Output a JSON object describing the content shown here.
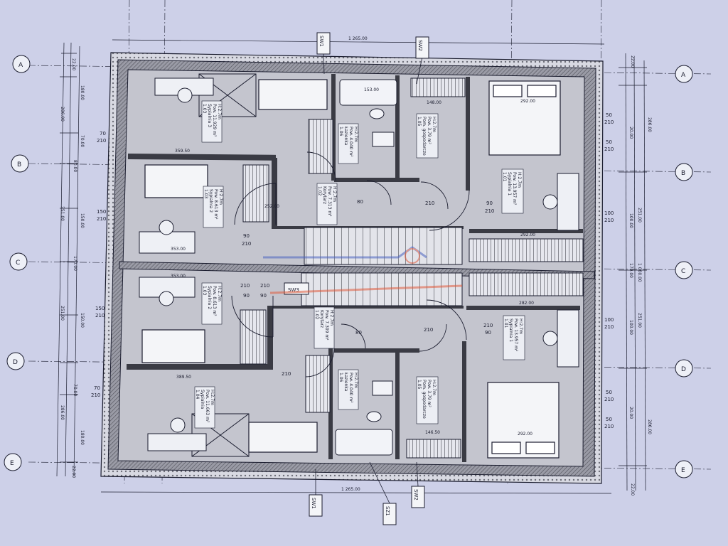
{
  "axes_left": [
    "A",
    "B",
    "C",
    "D",
    "E"
  ],
  "axes_right": [
    "A",
    "B",
    "C",
    "D",
    "E"
  ],
  "section_markers": {
    "top_sw1": "SW1",
    "top_sw2": "SW2",
    "bottom_sw1": "SW1",
    "bottom_sz1": "SZ1",
    "bottom_sw2": "SW2",
    "sw3": "SW3"
  },
  "overall_dims": {
    "top": "1 265.00",
    "bottom": "1 265.00"
  },
  "rooms": {
    "bedroom_top_left": {
      "num": "1.03",
      "name": "Sypialnia 3",
      "area": "Pow. 11.929 m²",
      "height": "H:2.7m"
    },
    "bathroom_top": {
      "num": "1.06",
      "name": "Łazienka",
      "area": "Pow. 4.040 m²",
      "height": "H:2.7m"
    },
    "utility_top": {
      "num": "1.05",
      "name": "Pom. gospodarcze",
      "area": "Pow. 3.79 m²",
      "height": "H:2.7m"
    },
    "corridor_top": {
      "num": "1.02",
      "name": "Korytarz",
      "area": "Pow. 7.313 m²",
      "height": "H:2.7m"
    },
    "bedroom_top_right": {
      "num": "1.01",
      "name": "Sypialnia 1",
      "area": "Pow. 13.957 m²",
      "height": "H:2.7m"
    },
    "bedroom_mid_top": {
      "num": "1.03",
      "name": "Sypialnia 2",
      "area": "Pow. 8.613 m²",
      "height": "H:2.7m"
    },
    "bedroom_mid_bottom": {
      "num": "1.03",
      "name": "Sypialnia 2",
      "area": "Pow. 8.613 m²",
      "height": "H:2.7m"
    },
    "corridor_bottom": {
      "num": "1.02",
      "name": "Korytarz",
      "area": "Pow. 7.309 m²",
      "height": "H:2.7m"
    },
    "bedroom_bottom_right": {
      "num": "1.01",
      "name": "Sypialnia 1",
      "area": "Pow. 13.957 m²",
      "height": "H:2.7m"
    },
    "bathroom_bottom": {
      "num": "1.06",
      "name": "Łazienka",
      "area": "Pow. 4.040 m²",
      "height": "H:2.7m"
    },
    "utility_bottom": {
      "num": "1.05",
      "name": "Pom. gospodarcze",
      "area": "Pow. 3.79 m²",
      "height": "H:2.7m"
    },
    "bedroom_bottom_left": {
      "num": "1.04",
      "name": "Sypialnia",
      "area": "Pow. 11.663 m²",
      "height": "H:2.7m"
    }
  },
  "window_labels": {
    "left_70_top": "70",
    "left_210_top": "210",
    "left_150_b": "150",
    "left_210_b": "210",
    "left_150_d": "150",
    "left_210_d": "210",
    "left_70_bot": "70",
    "left_210_bot": "210",
    "right_50_1": "50",
    "right_210_1": "210",
    "right_50_2": "50",
    "right_210_2": "210",
    "right_100_b": "100",
    "right_210_b": "210",
    "right_100_d": "100",
    "right_210_d": "210",
    "right_50_3": "50",
    "right_210_3": "210",
    "right_50_4": "50",
    "right_210_4": "210"
  },
  "door_labels": {
    "d_90_b": "90",
    "d_210_b": "210",
    "d_90_c": "90",
    "d_210_c": "210",
    "d_90_r": "90",
    "d_210_r": "210",
    "d_210_r2": "210",
    "d_90_r2": "90",
    "d_80_t": "80",
    "d_210_t": "210",
    "d_80_b": "80",
    "d_210_bb": "210",
    "d_90_cc": "90",
    "d_210_cc": "210",
    "d_210_x": "210"
  },
  "inner_dims": {
    "d_153": "153.00",
    "d_148": "148.00",
    "d_292_t": "292.00",
    "d_359": "359.50",
    "d_292_m1": "292.00",
    "d_353_a": "353.00",
    "d_353_b": "353.00",
    "d_282": "282.00",
    "d_389": "389.50",
    "d_146": "146.50",
    "d_292_b": "292.00",
    "d_252": "252.00"
  },
  "left_dims": [
    "22.00",
    "180.00",
    "286.00",
    "70.00",
    "80.00",
    "251.00",
    "150.00",
    "170.00",
    "251.00",
    "150.00",
    "70.00",
    "180.00",
    "286.00",
    "22.00"
  ],
  "right_dims": [
    "22.00",
    "286.00",
    "20.00",
    "251.00",
    "100.00",
    "170.00",
    "251.00",
    "100.00",
    "20.00",
    "286.00",
    "22.00",
    "1 060.00"
  ],
  "colors": {
    "paper": "#cdd0e8",
    "ink": "#1a1c2e",
    "floor": "#c2c3cc",
    "wall": "#3a3b44",
    "hatch": "#6a6b75",
    "watermark_red": "#e05a3a",
    "watermark_blue": "#4a63c0"
  }
}
